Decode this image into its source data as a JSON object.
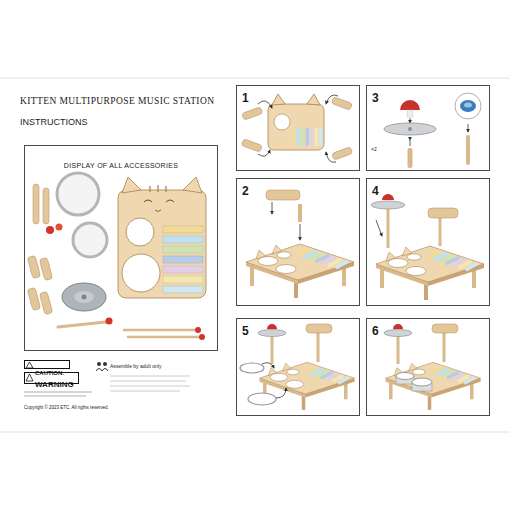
{
  "diagram": {
    "title": "KITTEN MULTIPURPOSE MUSIC STATION",
    "nodes": [
      {
        "text": [
          "DISPLAY OF ALL ACCESSORIES"
        ]
      },
      {
        "text": [
          "CAUTION:"
        ]
      },
      {
        "text": [
          "WARNING"
        ]
      },
      {
        "text": [
          "1"
        ]
      },
      {
        "text": [
          "3"
        ]
      },
      {
        "text": [
          "2"
        ]
      },
      {
        "text": [
          "4"
        ]
      },
      {
        "text": [
          "5"
        ]
      },
      {
        "text": [
          "6"
        ]
      }
    ],
    "labels": [
      "INSTRUCTIONS",
      "×2",
      "Assemble by adult only",
      "Copyright © 2023 ETC. All rights reserved."
    ]
  }
}
